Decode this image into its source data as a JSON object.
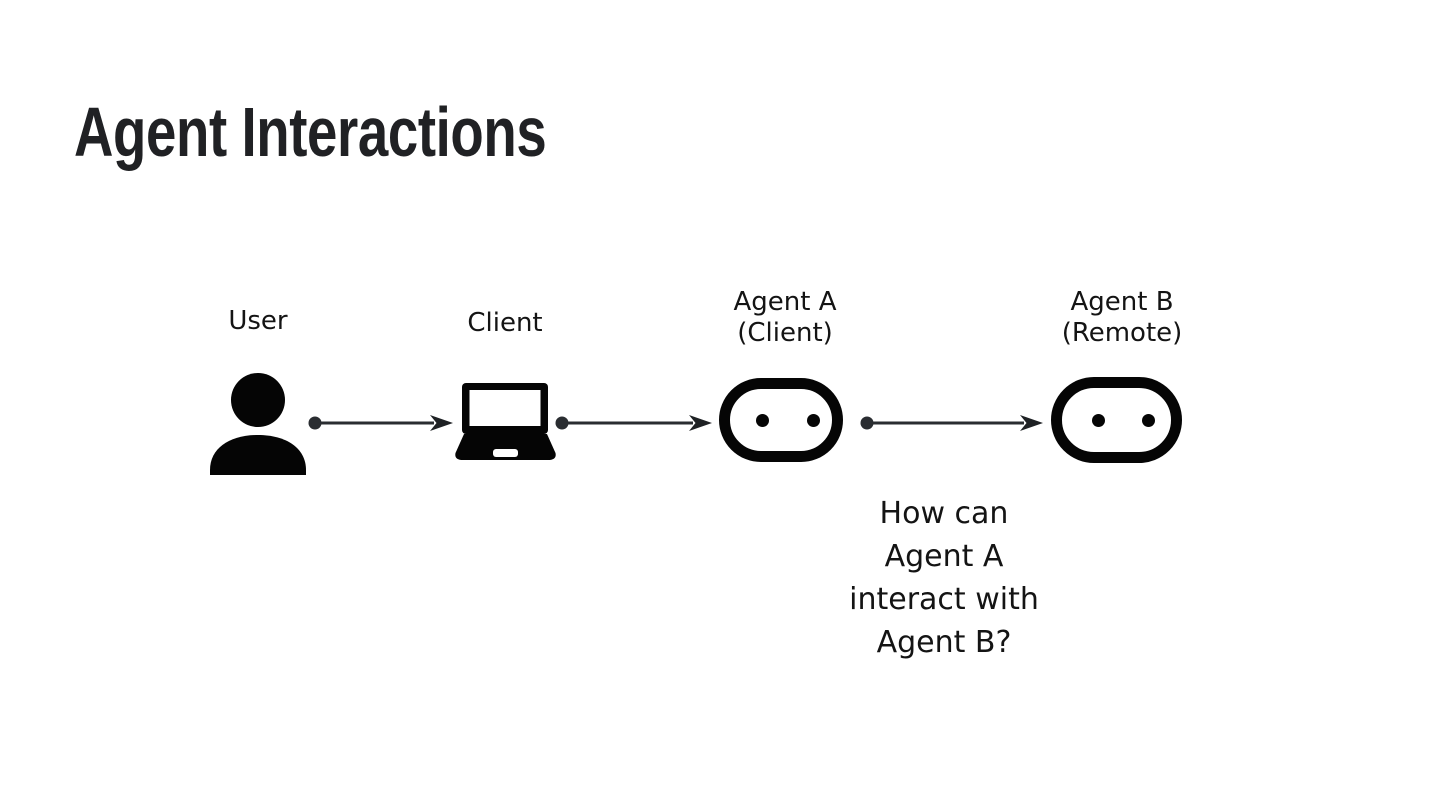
{
  "slide": {
    "title": "Agent Interactions",
    "background": "#ffffff"
  },
  "diagram": {
    "nodes": [
      {
        "id": "user",
        "label": "User",
        "icon": "person-icon"
      },
      {
        "id": "client",
        "label": "Client",
        "icon": "laptop-icon"
      },
      {
        "id": "agent-a",
        "label": "Agent A",
        "sublabel": "(Client)",
        "icon": "robot-icon"
      },
      {
        "id": "agent-b",
        "label": "Agent B",
        "sublabel": "(Remote)",
        "icon": "robot-icon"
      }
    ],
    "connections": [
      {
        "from": "user",
        "to": "client",
        "style": "dot-to-arrow"
      },
      {
        "from": "client",
        "to": "agent-a",
        "style": "dot-to-arrow"
      },
      {
        "from": "agent-a",
        "to": "agent-b",
        "style": "dot-to-arrow"
      }
    ],
    "annotation": {
      "lines": [
        "How can",
        "Agent A",
        "interact with",
        "Agent B?"
      ]
    }
  },
  "colors": {
    "title": "#202124",
    "ink": "#141414",
    "icon": "#050505",
    "arrow": "#2a2d31",
    "background": "#ffffff"
  }
}
